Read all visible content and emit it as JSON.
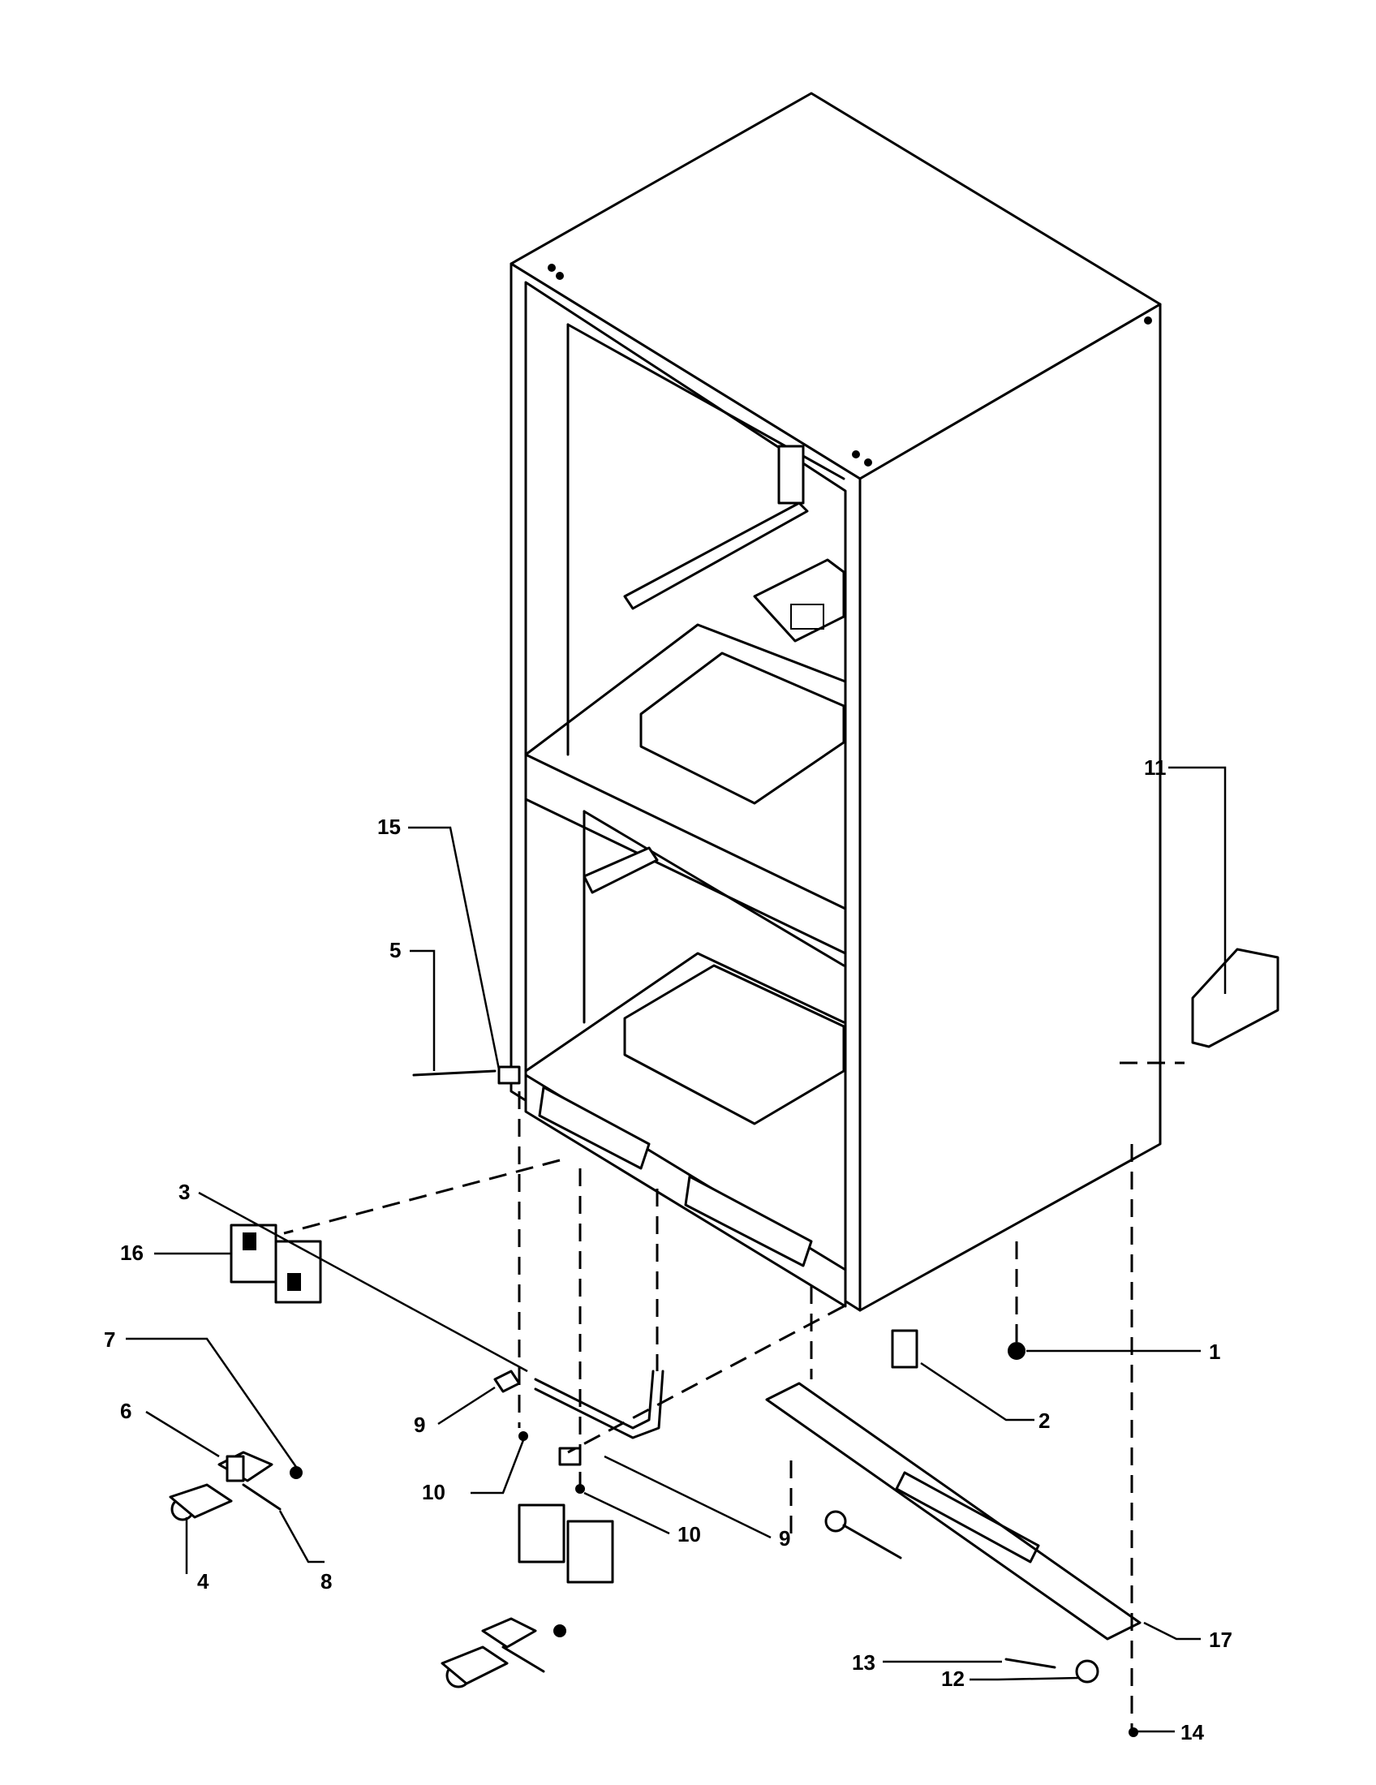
{
  "callouts": [
    {
      "id": "1",
      "text": "1"
    },
    {
      "id": "2",
      "text": "2"
    },
    {
      "id": "3",
      "text": "3"
    },
    {
      "id": "4",
      "text": "4"
    },
    {
      "id": "5",
      "text": "5"
    },
    {
      "id": "6",
      "text": "6"
    },
    {
      "id": "7",
      "text": "7"
    },
    {
      "id": "8",
      "text": "8"
    },
    {
      "id": "9a",
      "text": "9"
    },
    {
      "id": "9b",
      "text": "9"
    },
    {
      "id": "10a",
      "text": "10"
    },
    {
      "id": "10b",
      "text": "10"
    },
    {
      "id": "11",
      "text": "11"
    },
    {
      "id": "12",
      "text": "12"
    },
    {
      "id": "13",
      "text": "13"
    },
    {
      "id": "14",
      "text": "14"
    },
    {
      "id": "15",
      "text": "15"
    },
    {
      "id": "16",
      "text": "16"
    },
    {
      "id": "17",
      "text": "17"
    }
  ]
}
